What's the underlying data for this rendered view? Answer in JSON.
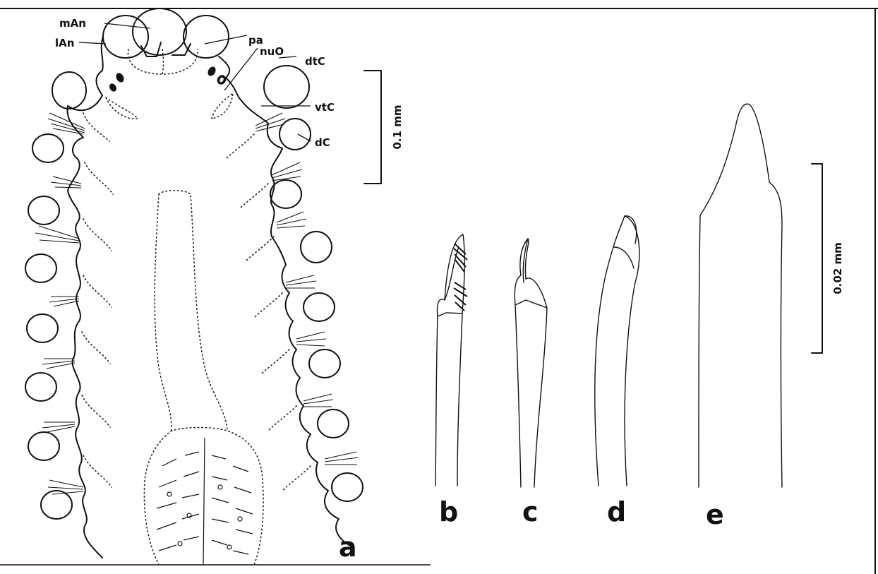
{
  "labels": {
    "mAn": "mAn",
    "lAn": "lAn",
    "pa": "pa",
    "nuO": "nuO",
    "dtC": "dtC",
    "vtC": "vtC",
    "dC": "dC"
  },
  "panels": {
    "a": "a",
    "b": "b",
    "c": "c",
    "d": "d",
    "e": "e"
  },
  "scale_bars": {
    "left": "0.1 mm",
    "right": "0.02 mm"
  }
}
